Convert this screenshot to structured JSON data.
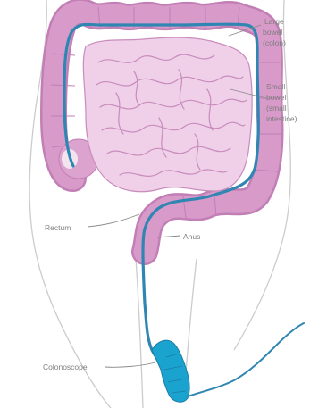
{
  "labels": {
    "large_bowel": [
      "Large",
      "bowel",
      "(colon)"
    ],
    "small_bowel": [
      "Small",
      "bowel",
      "(small",
      "intestine)"
    ],
    "rectum": "Rectum",
    "anus": "Anus",
    "colonoscope": "Colonoscope"
  },
  "colors": {
    "colon_fill": "#d79ac9",
    "colon_edge": "#c27fb5",
    "small_bowel_fill": "#efd0e8",
    "small_bowel_line": "#c98cbd",
    "scope": "#2f86b2",
    "scope_tip": "#1aa3cf",
    "body_outline": "#c9c9c9"
  }
}
